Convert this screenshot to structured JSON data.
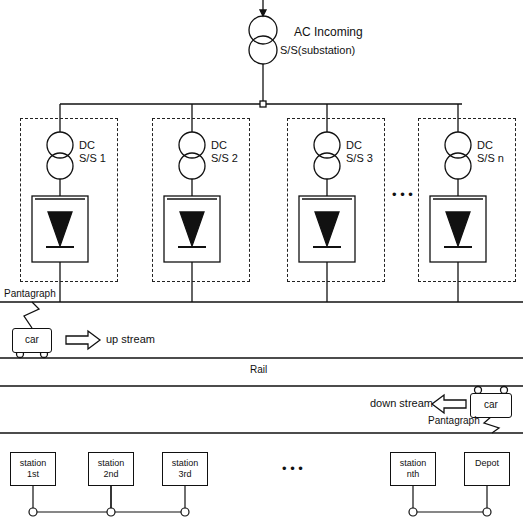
{
  "diagram": {
    "nodes": [
      {
        "text": [
          "DC S/S 1"
        ]
      },
      {
        "text": [
          "DC S/S 2"
        ]
      },
      {
        "text": [
          "DC S/S 3"
        ]
      },
      {
        "text": [
          "DC S/S n"
        ]
      },
      {
        "text": [
          "car"
        ]
      },
      {
        "text": [
          "car"
        ]
      },
      {
        "text": [
          "station 1st"
        ]
      },
      {
        "text": [
          "station 2nd"
        ]
      },
      {
        "text": [
          "station 3rd"
        ]
      },
      {
        "text": [
          "station nth"
        ]
      },
      {
        "text": [
          "Depot"
        ]
      }
    ],
    "edges": [
      {
        "from": 6,
        "to": 7,
        "arrow": "none"
      },
      {
        "from": 7,
        "to": 8,
        "arrow": "none"
      },
      {
        "from": 9,
        "to": 10,
        "arrow": "none"
      }
    ],
    "labels": [
      "AC Incoming",
      "S/S(substation)",
      "• • •",
      "Pantagraph",
      "up stream",
      "Rail",
      "down stream",
      "Pantagraph",
      "• • •"
    ]
  }
}
